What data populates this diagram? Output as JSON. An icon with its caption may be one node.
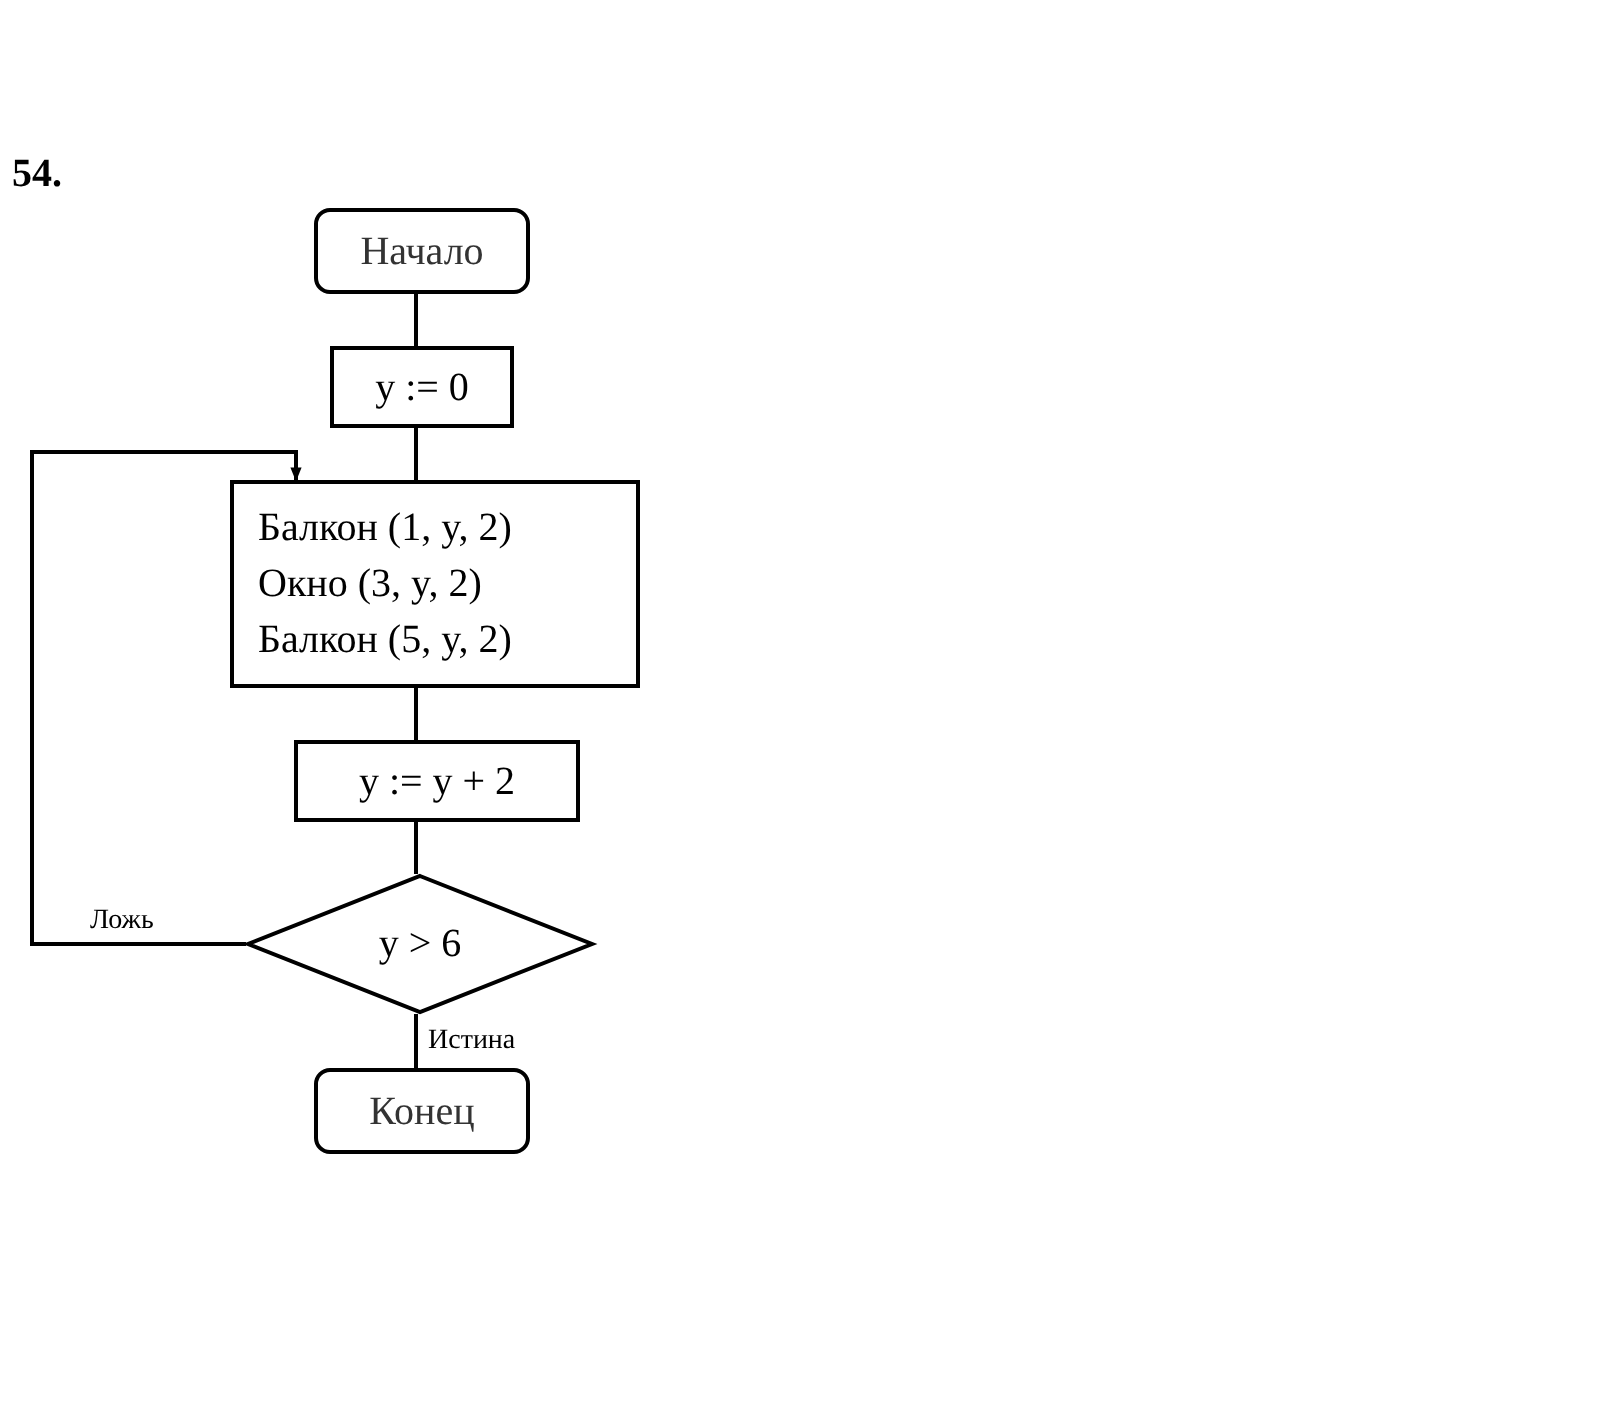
{
  "diagram": {
    "title": "54.",
    "nodes": [
      {
        "text": [
          "Начало"
        ]
      },
      {
        "text": [
          "y := 0"
        ]
      },
      {
        "text": [
          "Балкон (1, y, 2)",
          "Окно (3, y, 2)",
          "Балкон (5, y, 2)"
        ]
      },
      {
        "text": [
          "y := y + 2"
        ]
      },
      {
        "text": [
          "y > 6"
        ]
      },
      {
        "text": [
          "Конец"
        ]
      }
    ],
    "edges": [
      {
        "from": 0,
        "to": 1,
        "arrow": "none"
      },
      {
        "from": 1,
        "to": 2,
        "arrow": "none"
      },
      {
        "from": 2,
        "to": 3,
        "arrow": "none"
      },
      {
        "from": 3,
        "to": 4,
        "arrow": "none"
      },
      {
        "from": 4,
        "to": 2,
        "arrow": "to",
        "label": "Ложь"
      },
      {
        "from": 4,
        "to": 5,
        "arrow": "none",
        "label": "Истина"
      }
    ]
  }
}
